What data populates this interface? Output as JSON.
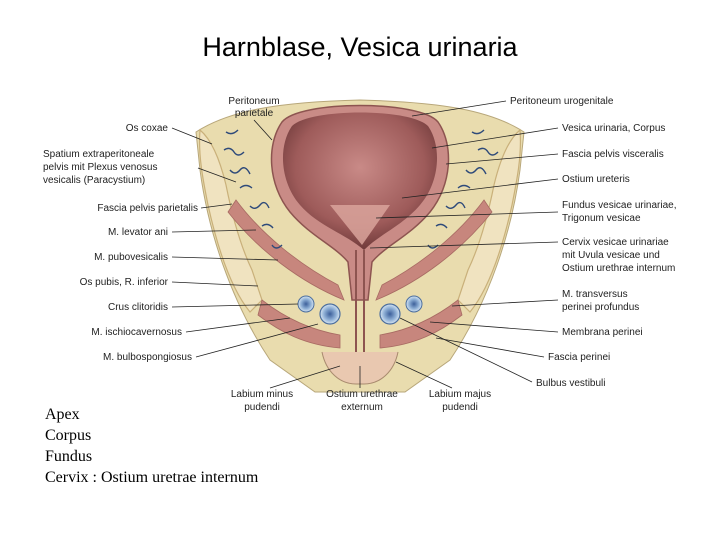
{
  "slide": {
    "title": "Harnblase, Vesica urinaria",
    "bullets": [
      "Apex",
      "Corpus",
      "Fundus",
      "Cervix : Ostium uretrae internum"
    ]
  },
  "figure": {
    "top_labels": {
      "peritoneum_parietale": [
        "Peritoneum",
        "parietale"
      ],
      "peritoneum_urogenitale": "Peritoneum urogenitale"
    },
    "left_labels": [
      [
        "Os coxae"
      ],
      [
        "Spatium extraperitoneale",
        "pelvis mit Plexus venosus",
        "vesicalis (Paracystium)"
      ],
      [
        "Fascia pelvis parietalis"
      ],
      [
        "M. levator ani"
      ],
      [
        "M. pubovesicalis"
      ],
      [
        "Os pubis, R. inferior"
      ],
      [
        "Crus clitoridis"
      ],
      [
        "M. ischiocavernosus"
      ],
      [
        "M. bulbospongiosus"
      ]
    ],
    "right_labels": [
      [
        "Vesica urinaria, Corpus"
      ],
      [
        "Fascia pelvis visceralis"
      ],
      [
        "Ostium ureteris"
      ],
      [
        "Fundus vesicae urinariae,",
        "Trigonum vesicae"
      ],
      [
        "Cervix vesicae urinariae",
        "mit Uvula vesicae und",
        "Ostium urethrae internum"
      ],
      [
        "M. transversus",
        "perinei profundus"
      ],
      [
        "Membrana perinei"
      ],
      [
        "Fascia perinei"
      ],
      [
        "Bulbus vestibuli"
      ]
    ],
    "bottom_labels": [
      [
        "Labium minus",
        "pudendi"
      ],
      [
        "Ostium urethrae",
        "externum"
      ],
      [
        "Labium majus",
        "pudendi"
      ]
    ],
    "colors": {
      "bladder_lumen": "#b0706e",
      "bladder_wall": "#c98b86",
      "fat_tissue": "#e9dcae",
      "muscle": "#c7867d",
      "bone": "#f0e3c0",
      "venous_plexus": "#2e4a7a",
      "label_line": "#222222"
    }
  }
}
